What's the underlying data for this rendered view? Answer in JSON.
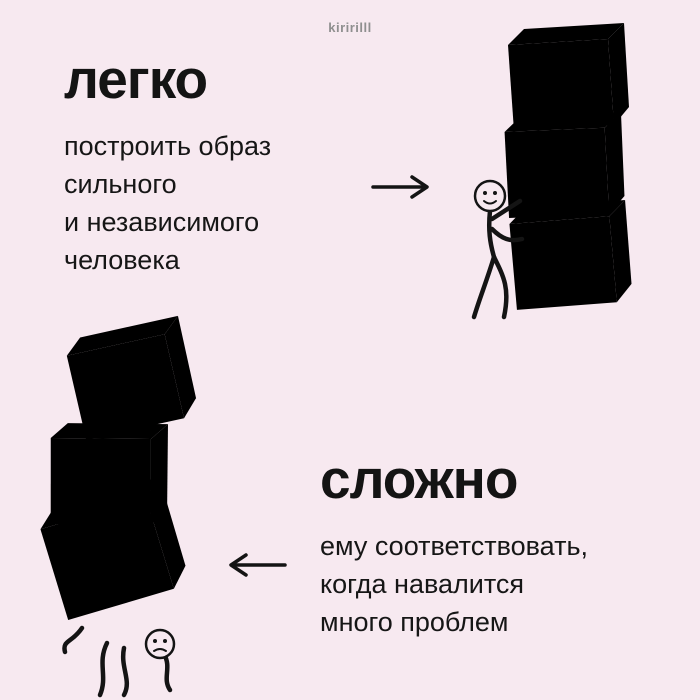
{
  "page": {
    "background": "#f7e9f0",
    "ink": "#141414"
  },
  "watermark": {
    "text": "kiririlll"
  },
  "easy": {
    "title": "легко",
    "lines": [
      "построить образ",
      "сильного",
      "и независимого",
      "человека"
    ]
  },
  "hard": {
    "title": "сложно",
    "lines": [
      "ему соответствовать,",
      "когда навалится",
      "много проблем"
    ]
  },
  "icons": {
    "right_arrow": "→",
    "left_arrow": "←"
  },
  "figures": {
    "top": {
      "boxes": 3,
      "expression": "smiling"
    },
    "bottom": {
      "boxes": 3,
      "expression": "sad"
    }
  }
}
